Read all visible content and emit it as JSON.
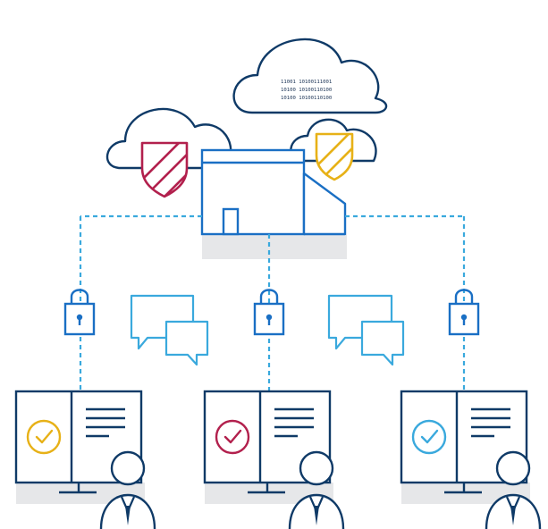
{
  "binary_lines": [
    "11001 10100111001",
    "10100 10100110100",
    "10100 10100110100"
  ],
  "colors": {
    "navy": "#0f3a67",
    "blue": "#1a6fc4",
    "sky": "#3aa9dd",
    "crimson": "#b2204d",
    "gold": "#e7b117",
    "shadow": "#e6e7e9"
  },
  "icons": {
    "clouds": "cloud-icon",
    "shields": "shield-icon",
    "server": "server-building-icon",
    "locks": "padlock-icon",
    "chats": "chat-bubbles-icon",
    "monitors": "monitor-icon",
    "users": "user-avatar-icon",
    "checks": "check-circle-icon"
  },
  "workstations": [
    {
      "check_color": "#e7b117"
    },
    {
      "check_color": "#b2204d"
    },
    {
      "check_color": "#3aa9dd"
    }
  ]
}
